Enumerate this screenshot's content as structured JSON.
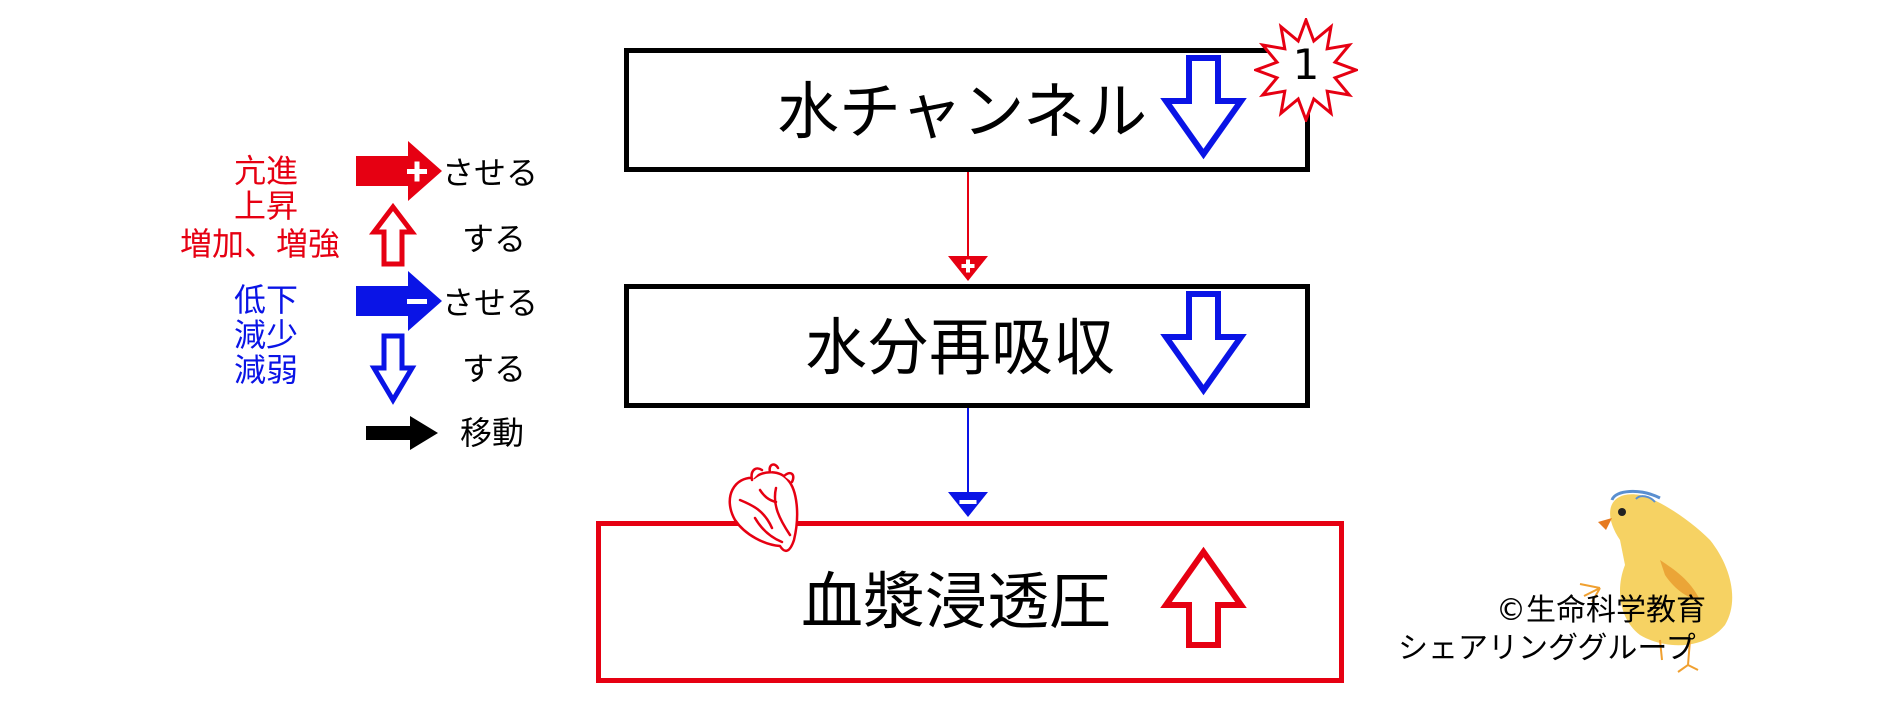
{
  "flow": {
    "box1": {
      "label": "水チャンネル",
      "arrow": "down",
      "badge": "1"
    },
    "box2": {
      "label": "水分再吸収",
      "arrow": "down"
    },
    "box3": {
      "label": "血漿浸透圧",
      "arrow": "up"
    }
  },
  "legend": {
    "promote_words": [
      "亢進",
      "上昇",
      "増加、増強"
    ],
    "reduce_words": [
      "低下",
      "減少",
      "減弱"
    ],
    "cause": "させる",
    "become": "する",
    "move": "移動"
  },
  "credit": {
    "line1": "©生命科学教育",
    "line2": "シェアリンググループ"
  },
  "colors": {
    "red": "#e60012",
    "blue": "#0a14e6",
    "black": "#000000",
    "chick": "#f3c640"
  },
  "icons": {
    "heart": "heart-icon",
    "chick": "chick-mascot-icon",
    "starburst": "starburst-badge-icon"
  }
}
